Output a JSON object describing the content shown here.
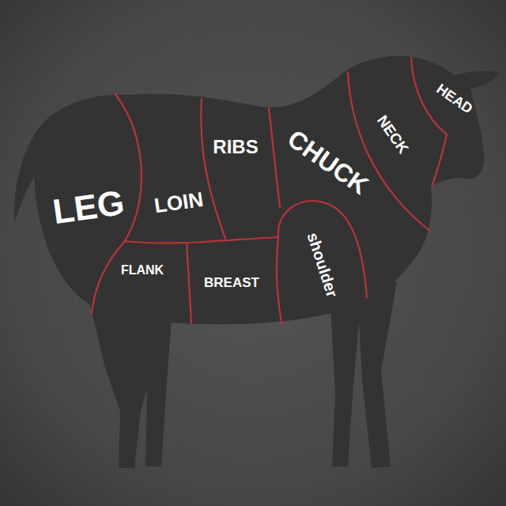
{
  "diagram": {
    "labels": [
      "LEG",
      "LOIN",
      "RIBS",
      "CHUCK",
      "NECK",
      "HEAD",
      "FLANK",
      "BREAST",
      "shoulder"
    ]
  }
}
